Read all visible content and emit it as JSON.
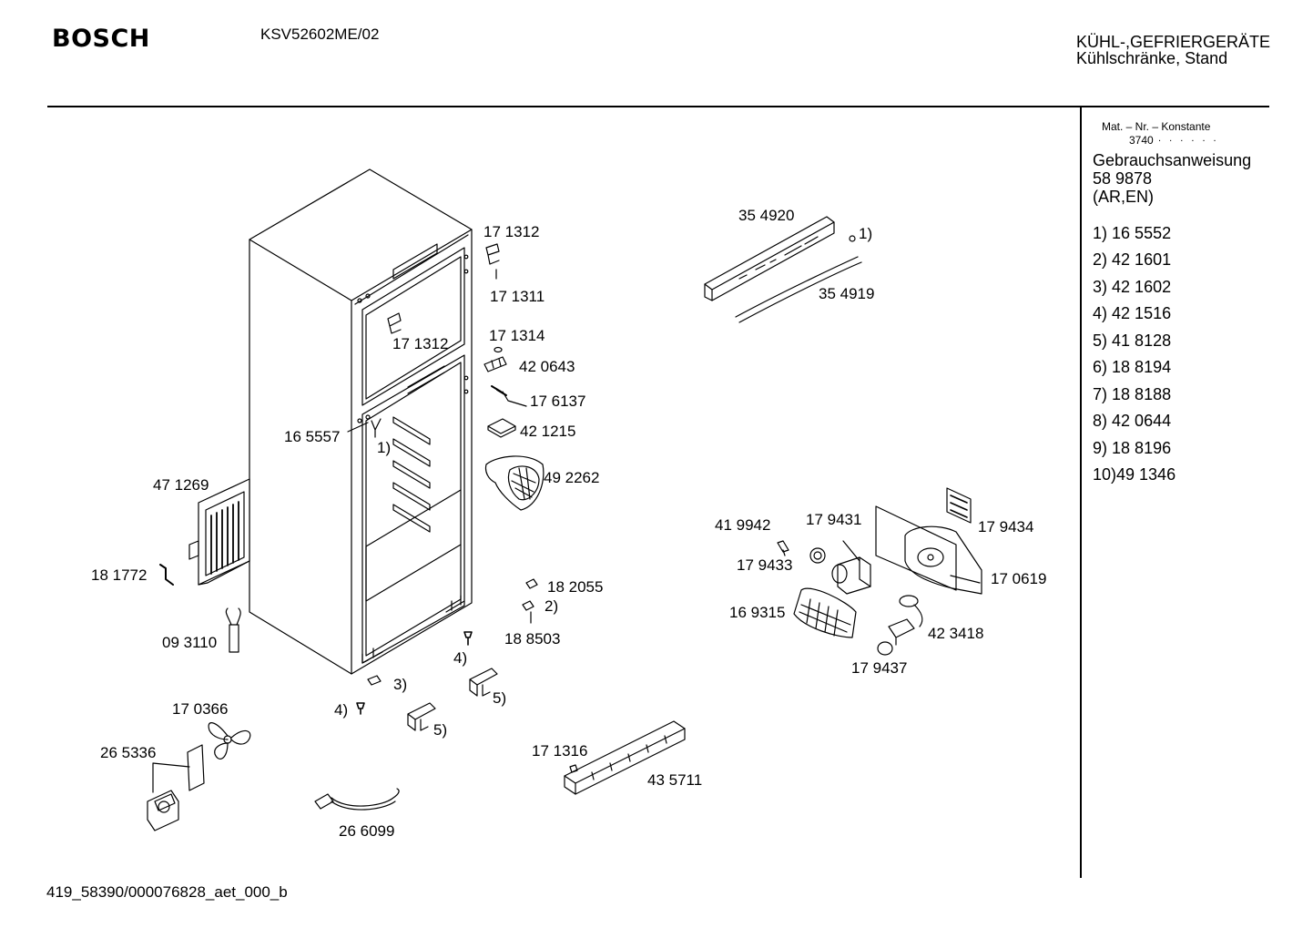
{
  "header": {
    "brand": "BOSCH",
    "model": "KSV52602ME/02",
    "category_line1": "KÜHL-,GEFRIERGERÄTE",
    "category_line2": "Kühlschränke, Stand"
  },
  "sidebar": {
    "mat_header": "Mat. – Nr. – Konstante",
    "mat_value": "3740",
    "mat_dots": ". . . . . .",
    "manual_title": "Gebrauchsanweisung",
    "manual_number": "58 9878",
    "manual_langs": "(AR,EN)",
    "footnotes": [
      {
        "key": "1)",
        "value": "16 5552"
      },
      {
        "key": "2)",
        "value": "42 1601"
      },
      {
        "key": "3)",
        "value": "42 1602"
      },
      {
        "key": "4)",
        "value": "42 1516"
      },
      {
        "key": "5)",
        "value": "41 8128"
      },
      {
        "key": "6)",
        "value": "18 8194"
      },
      {
        "key": "7)",
        "value": "18 8188"
      },
      {
        "key": "8)",
        "value": "42 0644"
      },
      {
        "key": "9)",
        "value": "18 8196"
      },
      {
        "key": "10)",
        "value": "49 1346"
      }
    ]
  },
  "parts": [
    "17 1312",
    "17 1311",
    "17 1312",
    "17 1314",
    "42 0643",
    "17 6137",
    "42 1215",
    "16 5557",
    "1)",
    "49 2262",
    "47 1269",
    "18 1772",
    "09 3110",
    "18 2055",
    "2)",
    "18 8503",
    "4)",
    "3)",
    "5)",
    "4)",
    "5)",
    "17 0366",
    "26 5336",
    "26 6099",
    "17 1316",
    "43 5711",
    "35 4920",
    "1)",
    "35 4919",
    "41 9942",
    "17 9431",
    "17 9434",
    "17 9433",
    "17 0619",
    "16 9315",
    "42 3418",
    "17 9437"
  ],
  "footer": {
    "doc_id": "419_58390/000076828_aet_000_b"
  }
}
